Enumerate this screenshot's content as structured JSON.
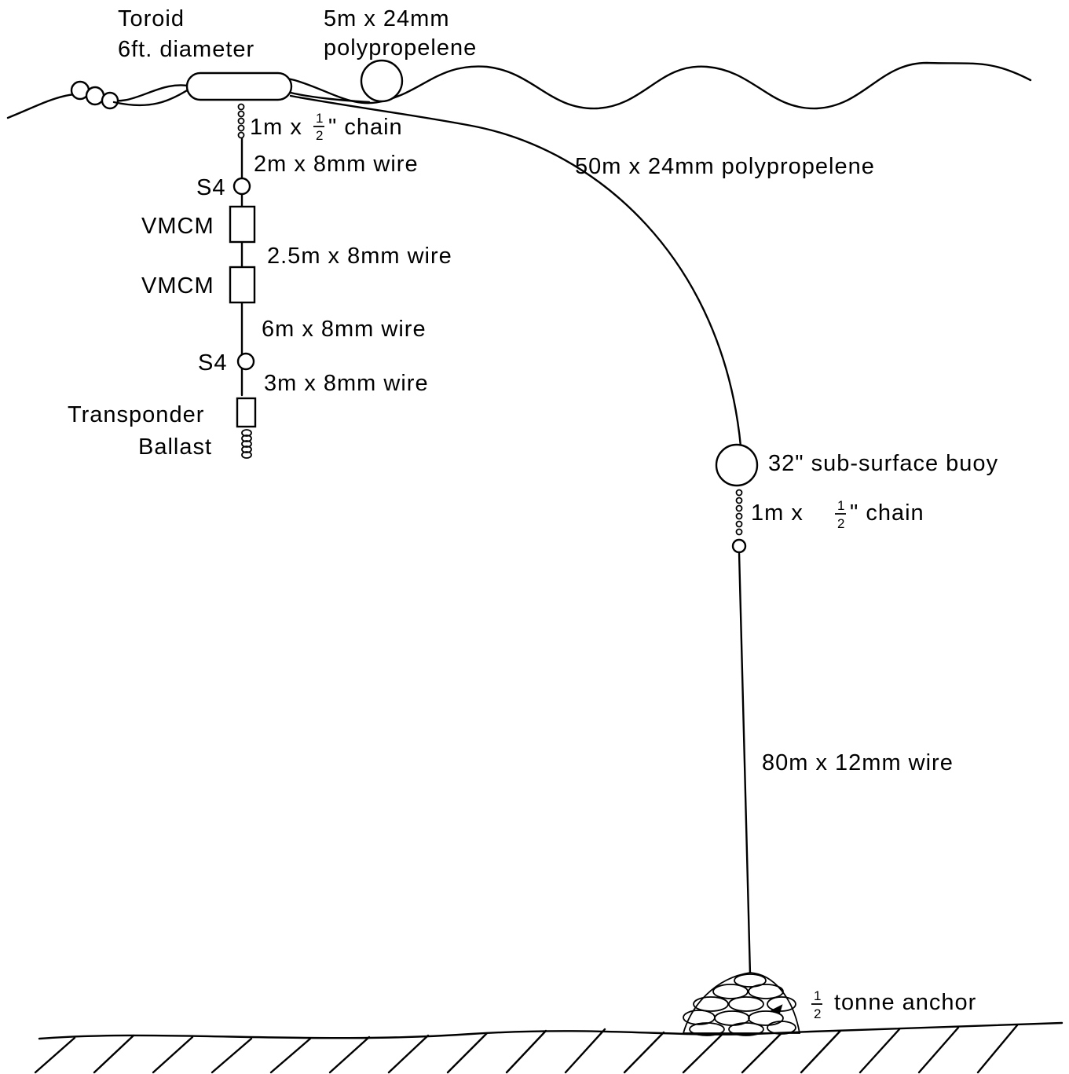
{
  "labels": {
    "toroid_line1": "Toroid",
    "toroid_line2": "6ft. diameter",
    "float_line1": "5m x 24mm",
    "float_line2": "polypropelene",
    "chain_top": "1m x",
    "chain_top_frac_num": "1",
    "chain_top_frac_den": "2",
    "chain_top_suffix": "\" chain",
    "wire_2m": "2m x 8mm wire",
    "s4_upper": "S4",
    "vmcm_upper": "VMCM",
    "wire_2_5m": "2.5m x 8mm wire",
    "vmcm_lower": "VMCM",
    "wire_6m": "6m x 8mm wire",
    "s4_lower": "S4",
    "wire_3m": "3m x 8mm wire",
    "transponder": "Transponder",
    "ballast": "Ballast",
    "polyprop_50m": "50m x 24mm polypropelene",
    "subsurface_buoy": "32\" sub-surface buoy",
    "chain_mid": "1m x",
    "chain_mid_frac_num": "1",
    "chain_mid_frac_den": "2",
    "chain_mid_suffix": "\" chain",
    "wire_80m": "80m x 12mm wire",
    "anchor_frac_num": "1",
    "anchor_frac_den": "2",
    "anchor": "tonne anchor"
  }
}
